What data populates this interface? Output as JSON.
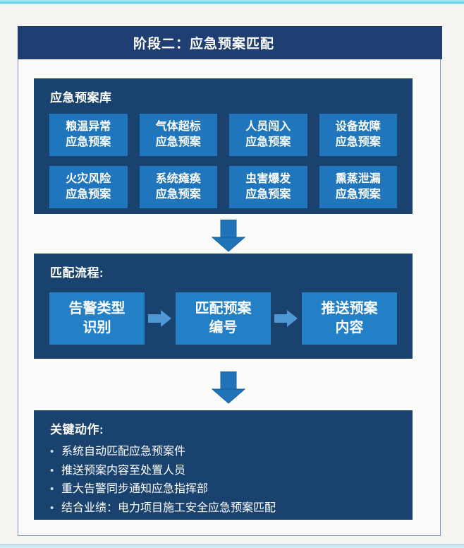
{
  "page": {
    "title": "阶段二：应急预案匹配"
  },
  "colors": {
    "accent_cyan": "#5dd3e9",
    "title_bar": "#1f3e71",
    "panel_navy": "#1a426f",
    "plan_button_blue": "#1f76bd",
    "flow_box_blue": "#2380c6",
    "down_arrow_blue": "#2173b8",
    "right_arrow_blue": "#4e98d5",
    "frame_border": "#7e96b6",
    "text_white": "#ffffff"
  },
  "library": {
    "title": "应急预案库",
    "plans": [
      {
        "line1": "粮温异常",
        "line2": "应急预案"
      },
      {
        "line1": "气体超标",
        "line2": "应急预案"
      },
      {
        "line1": "人员闯入",
        "line2": "应急预案"
      },
      {
        "line1": "设备故障",
        "line2": "应急预案"
      },
      {
        "line1": "火灾风险",
        "line2": "应急预案"
      },
      {
        "line1": "系统瘫痪",
        "line2": "应急预案"
      },
      {
        "line1": "虫害爆发",
        "line2": "应急预案"
      },
      {
        "line1": "熏蒸泄漏",
        "line2": "应急预案"
      }
    ]
  },
  "flow": {
    "title": "匹配流程:",
    "steps": [
      {
        "line1": "告警类型",
        "line2": "识别"
      },
      {
        "line1": "匹配预案",
        "line2": "编号"
      },
      {
        "line1": "推送预案",
        "line2": "内容"
      }
    ]
  },
  "actions": {
    "title": "关键动作:",
    "bullet_marker": "•",
    "bullets": [
      "系统自动匹配应急预案件",
      "推送预案内容至处置人员",
      "重大告警同步通知应急指挥部",
      "结合业绩：电力项目施工安全应急预案匹配"
    ]
  },
  "icons": {
    "down_arrow": "block-arrow-down",
    "right_arrow": "block-arrow-right"
  }
}
